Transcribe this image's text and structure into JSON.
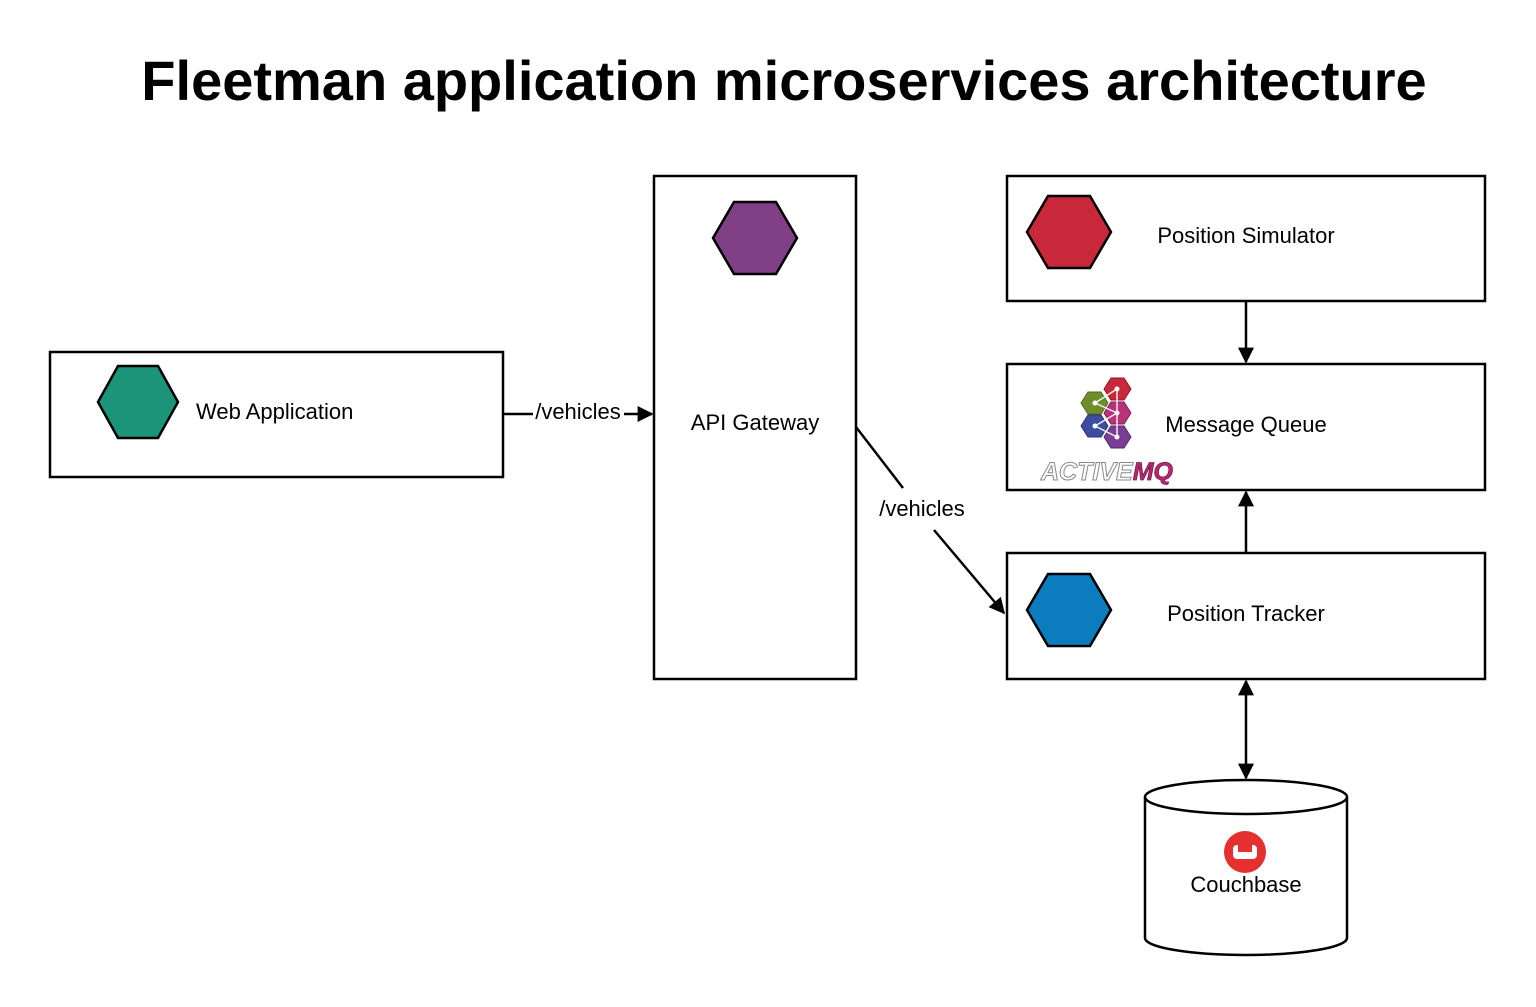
{
  "title": "Fleetman application microservices architecture",
  "nodes": {
    "web_app": {
      "label": "Web Application",
      "color": "#1b9479"
    },
    "api_gateway": {
      "label": "API Gateway",
      "color": "#813f85"
    },
    "position_simulator": {
      "label": "Position Simulator",
      "color": "#c8283a"
    },
    "message_queue": {
      "label": "Message Queue"
    },
    "position_tracker": {
      "label": "Position Tracker",
      "color": "#0b7dbe"
    },
    "couchbase": {
      "label": "Couchbase",
      "color": "#e62f2f"
    }
  },
  "edges": {
    "web_to_gateway": {
      "label": "/vehicles"
    },
    "gateway_to_tracker": {
      "label": "/vehicles"
    }
  },
  "activemq_logo": {
    "text_active": "ACTIVE",
    "text_mq": "MQ",
    "colors": [
      "#c8283a",
      "#6f8e2b",
      "#b8327a",
      "#3d4ea0",
      "#7a3f94"
    ]
  }
}
